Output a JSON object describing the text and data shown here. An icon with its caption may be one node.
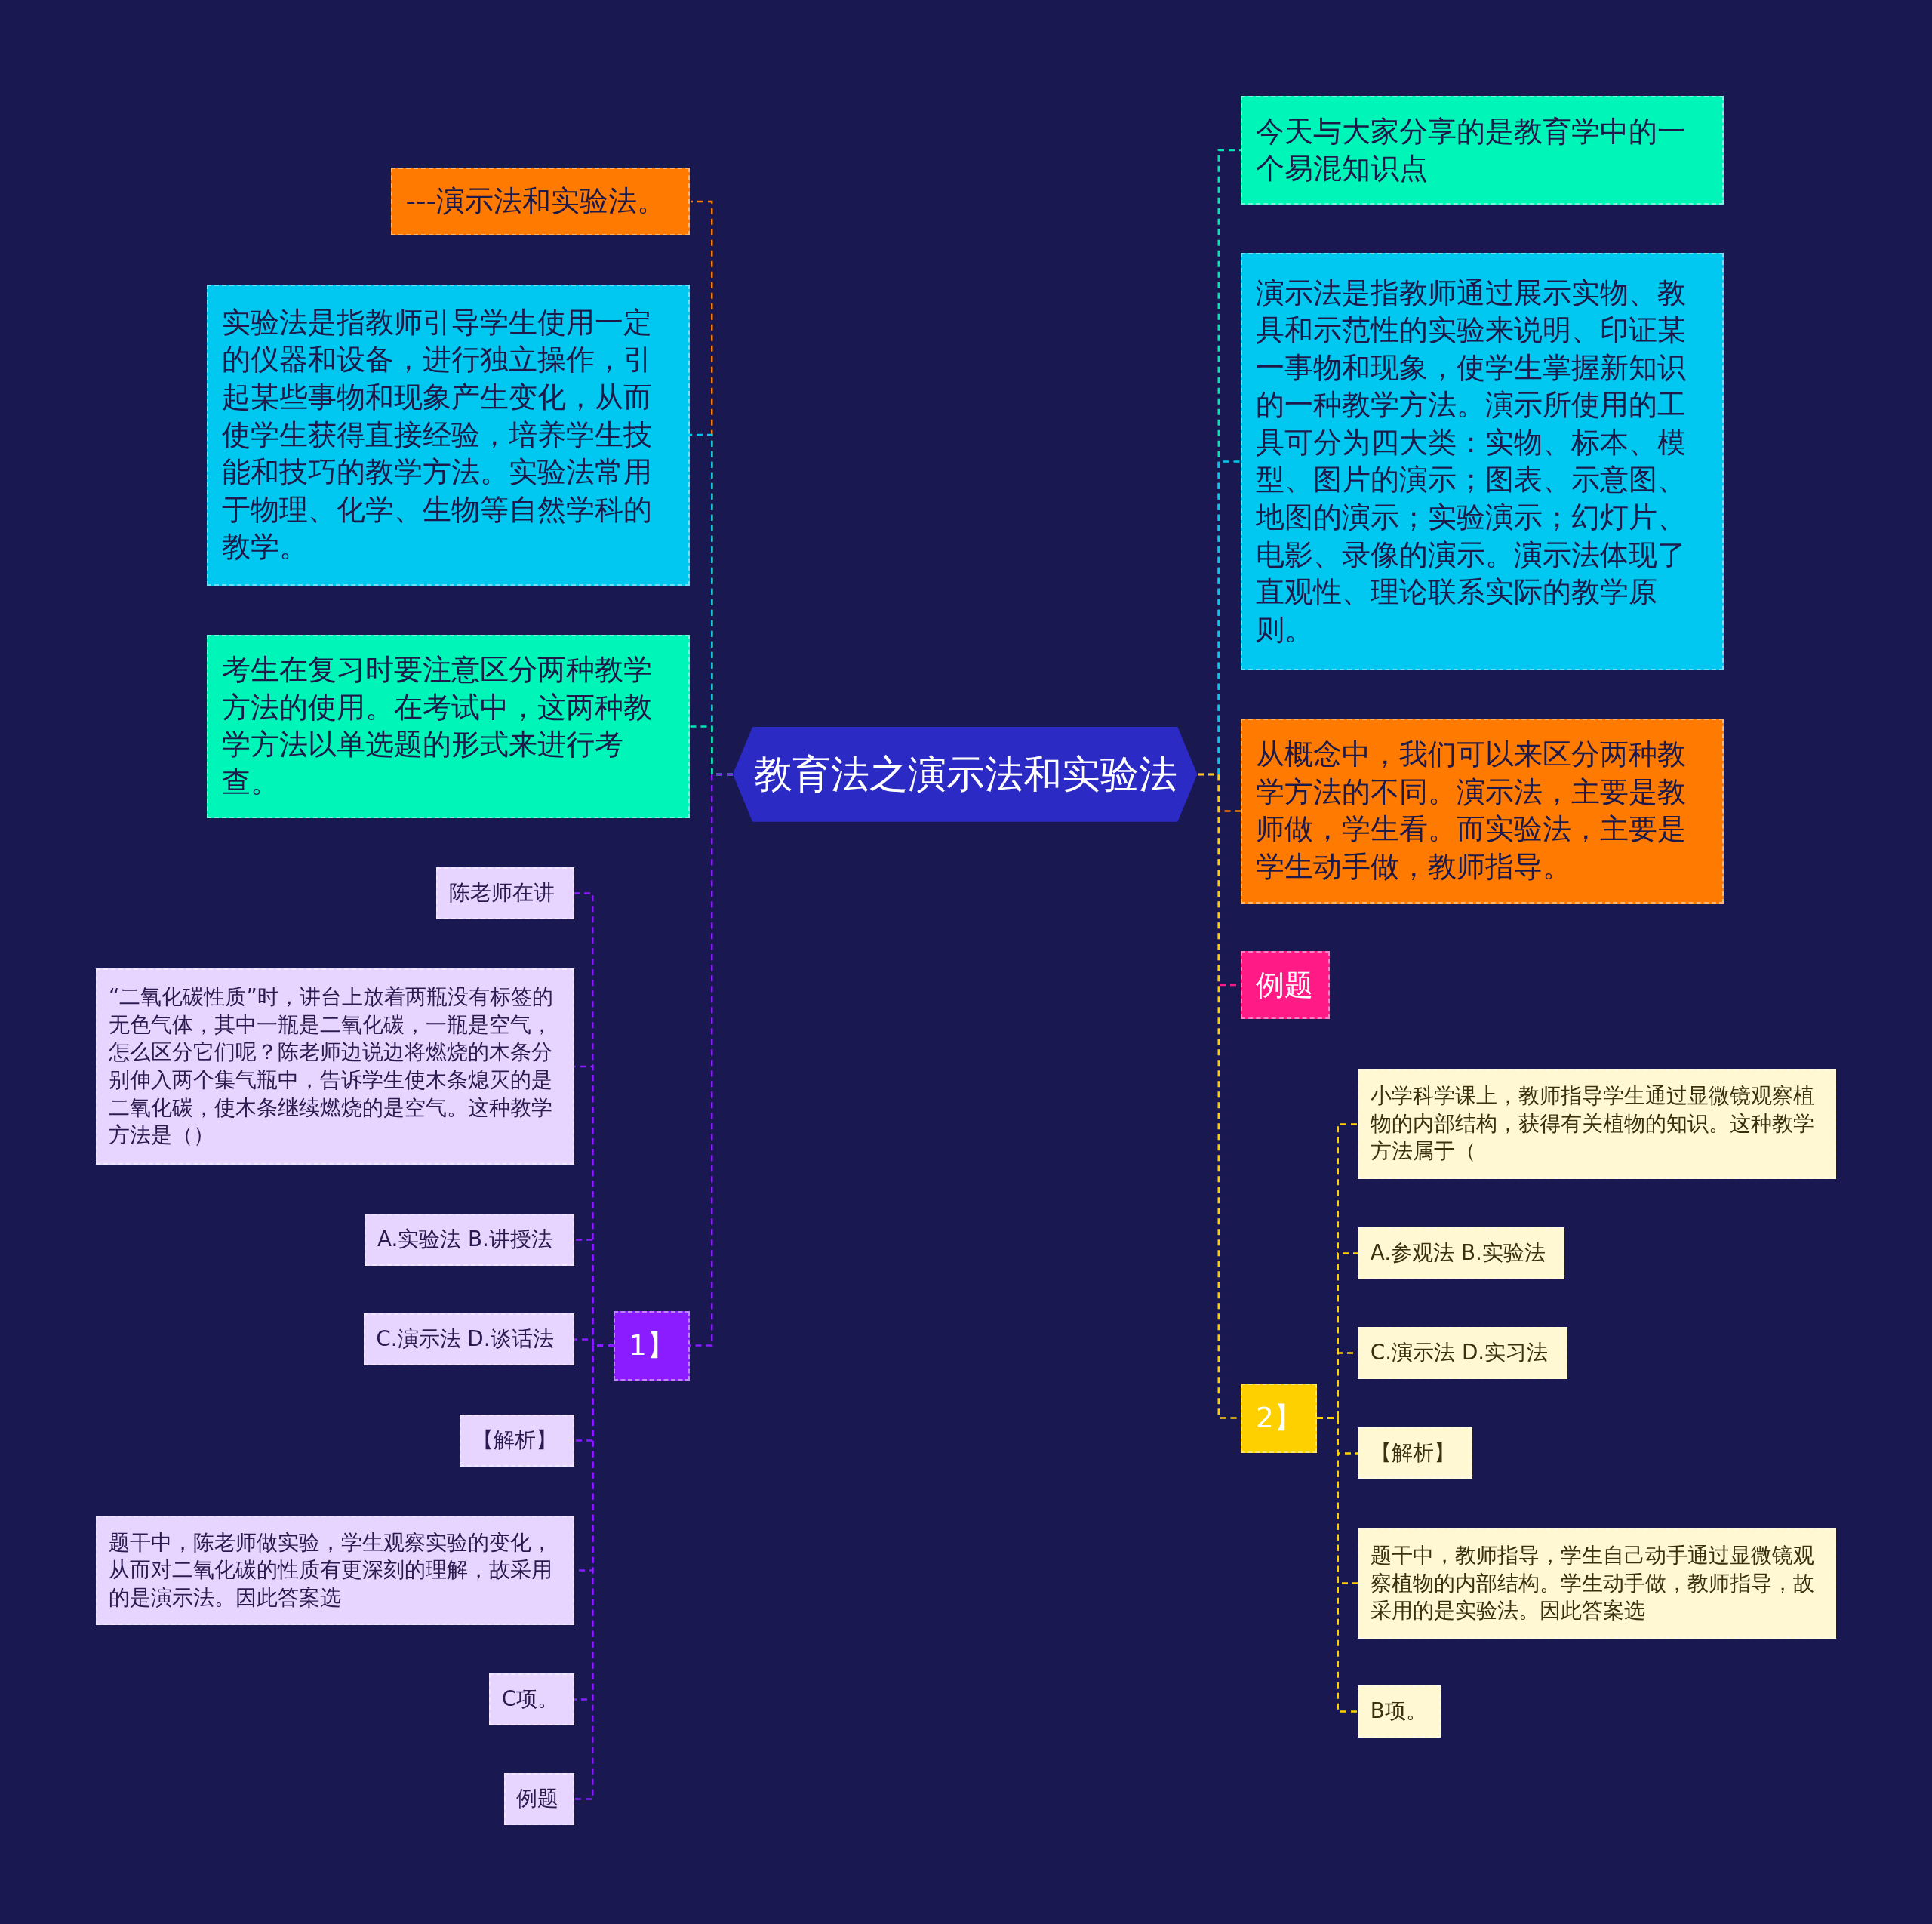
{
  "diagram": {
    "nodes": [
      {
        "text": [
          "教育法之演示法和实验法"
        ]
      },
      {
        "text": [
          "---演示法和实验法。"
        ]
      },
      {
        "text": [
          "实验法是指教师引导学生使用一定的仪器和设备，进行独立操作，引起某些事物和现象产生变化，从而使学生获得直接经验，培养学生技能和技巧的教学方法。实验法常用于物理、化学、生物等自然学科的教学。"
        ]
      },
      {
        "text": [
          "考生在复习时要注意区分两种教学方法的使用。在考试中，这两种教学方法以单选题的形式来进行考查。"
        ]
      },
      {
        "text": [
          "1】"
        ]
      },
      {
        "text": [
          "陈老师在讲"
        ]
      },
      {
        "text": [
          "“二氧化碳性质”时，讲台上放着两瓶没有标签的无色气体，其中一瓶是二氧化碳，一瓶是空气，怎么区分它们呢？陈老师边说边将燃烧的木条分别伸入两个集气瓶中，告诉学生使木条熄灭的是二氧化碳，使木条继续燃烧的是空气。这种教学方法是（）"
        ]
      },
      {
        "text": [
          "A.实验法 B.讲授法"
        ]
      },
      {
        "text": [
          "C.演示法 D.谈话法"
        ]
      },
      {
        "text": [
          "【解析】"
        ]
      },
      {
        "text": [
          "题干中，陈老师做实验，学生观察实验的变化，从而对二氧化碳的性质有更深刻的理解，故采用的是演示法。因此答案选"
        ]
      },
      {
        "text": [
          "C项。"
        ]
      },
      {
        "text": [
          "例题"
        ]
      },
      {
        "text": [
          "今天与大家分享的是教育学中的一个易混知识点"
        ]
      },
      {
        "text": [
          "演示法是指教师通过展示实物、教具和示范性的实验来说明、印证某一事物和现象，使学生掌握新知识的一种教学方法。演示所使用的工具可分为四大类：实物、标本、模型、图片的演示；图表、示意图、地图的演示；实验演示；幻灯片、电影、录像的演示。演示法体现了直观性、理论联系实际的教学原则。"
        ]
      },
      {
        "text": [
          "从概念中，我们可以来区分两种教学方法的不同。演示法，主要是教师做，学生看。而实验法，主要是学生动手做，教师指导。"
        ]
      },
      {
        "text": [
          "例题"
        ]
      },
      {
        "text": [
          "2】"
        ]
      },
      {
        "text": [
          "小学科学课上，教师指导学生通过显微镜观察植物的内部结构，获得有关植物的知识。这种教学方法属于（"
        ]
      },
      {
        "text": [
          "A.参观法 B.实验法"
        ]
      },
      {
        "text": [
          "C.演示法 D.实习法"
        ]
      },
      {
        "text": [
          "【解析】"
        ]
      },
      {
        "text": [
          "题干中，教师指导，学生自己动手通过显微镜观察植物的内部结构。学生动手做，教师指导，故采用的是实验法。因此答案选"
        ]
      },
      {
        "text": [
          "B项。"
        ]
      }
    ],
    "edges": [
      {
        "from": 0,
        "to": 1,
        "arrow": "none",
        "style": "dashed",
        "color": "#ff7a00"
      },
      {
        "from": 0,
        "to": 2,
        "arrow": "none",
        "style": "dashed",
        "color": "#00c8f0"
      },
      {
        "from": 0,
        "to": 3,
        "arrow": "none",
        "style": "dashed",
        "color": "#00e8b0"
      },
      {
        "from": 0,
        "to": 4,
        "arrow": "none",
        "style": "dashed",
        "color": "#8a1cff"
      },
      {
        "from": 4,
        "to": 5,
        "arrow": "none",
        "style": "dashed",
        "color": "#8a1cff"
      },
      {
        "from": 4,
        "to": 6,
        "arrow": "none",
        "style": "dashed",
        "color": "#8a1cff"
      },
      {
        "from": 4,
        "to": 7,
        "arrow": "none",
        "style": "dashed",
        "color": "#8a1cff"
      },
      {
        "from": 4,
        "to": 8,
        "arrow": "none",
        "style": "dashed",
        "color": "#8a1cff"
      },
      {
        "from": 4,
        "to": 9,
        "arrow": "none",
        "style": "dashed",
        "color": "#8a1cff"
      },
      {
        "from": 4,
        "to": 10,
        "arrow": "none",
        "style": "dashed",
        "color": "#8a1cff"
      },
      {
        "from": 4,
        "to": 11,
        "arrow": "none",
        "style": "dashed",
        "color": "#8a1cff"
      },
      {
        "from": 4,
        "to": 12,
        "arrow": "none",
        "style": "dashed",
        "color": "#8a1cff"
      },
      {
        "from": 0,
        "to": 13,
        "arrow": "none",
        "style": "dashed",
        "color": "#00e8b0"
      },
      {
        "from": 0,
        "to": 14,
        "arrow": "none",
        "style": "dashed",
        "color": "#00c8f0"
      },
      {
        "from": 0,
        "to": 15,
        "arrow": "none",
        "style": "dashed",
        "color": "#ff7a00"
      },
      {
        "from": 0,
        "to": 16,
        "arrow": "none",
        "style": "dashed",
        "color": "#ff1a85"
      },
      {
        "from": 0,
        "to": 17,
        "arrow": "none",
        "style": "dashed",
        "color": "#ffd000"
      },
      {
        "from": 17,
        "to": 18,
        "arrow": "none",
        "style": "dashed",
        "color": "#ffd000"
      },
      {
        "from": 17,
        "to": 19,
        "arrow": "none",
        "style": "dashed",
        "color": "#ffd000"
      },
      {
        "from": 17,
        "to": 20,
        "arrow": "none",
        "style": "dashed",
        "color": "#ffd000"
      },
      {
        "from": 17,
        "to": 21,
        "arrow": "none",
        "style": "dashed",
        "color": "#ffd000"
      },
      {
        "from": 17,
        "to": 22,
        "arrow": "none",
        "style": "dashed",
        "color": "#ffd000"
      },
      {
        "from": 17,
        "to": 23,
        "arrow": "none",
        "style": "dashed",
        "color": "#ffd000"
      }
    ]
  }
}
